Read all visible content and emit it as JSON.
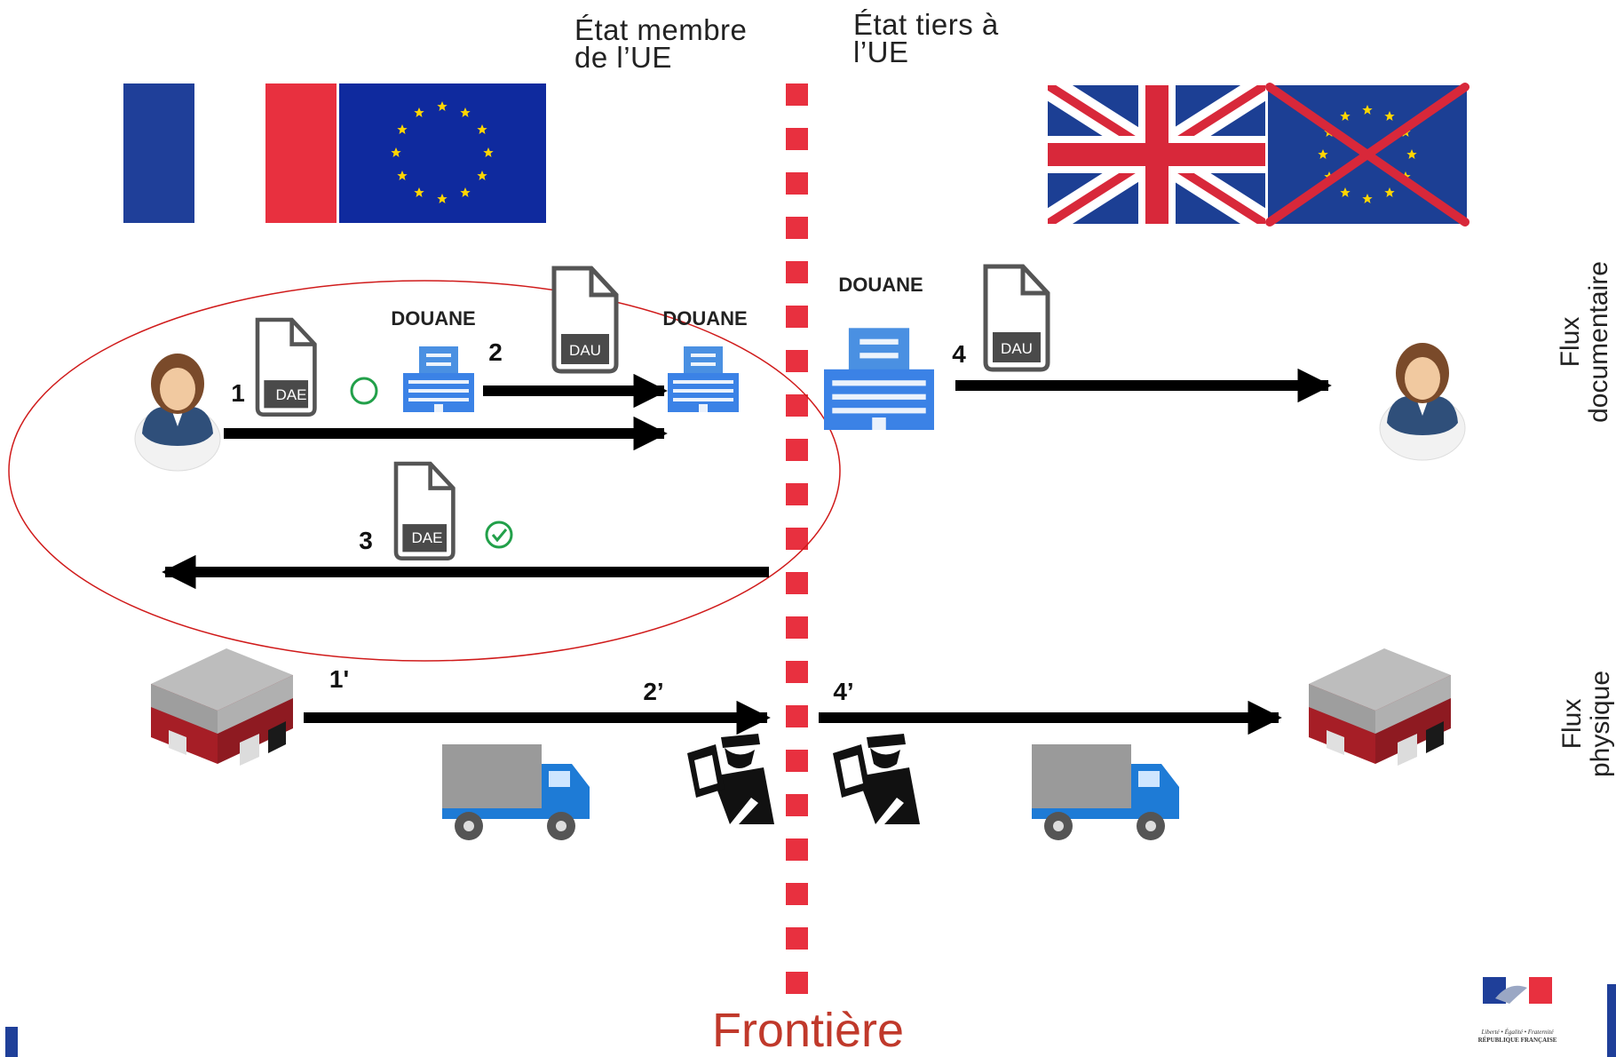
{
  "headings": {
    "left_line1": "État membre",
    "left_line2": "de l’UE",
    "right_line1": "État tiers à",
    "right_line2": "l’UE"
  },
  "side_labels": {
    "doc_line1": "Flux",
    "doc_line2": "documentaire",
    "phys_line1": "Flux",
    "phys_line2": "physique"
  },
  "offices": {
    "douane_1": "DOUANE",
    "douane_2": "DOUANE",
    "douane_3": "DOUANE"
  },
  "documents": {
    "dae_1": "DAE",
    "dau_1": "DAU",
    "dae_2": "DAE",
    "dau_2": "DAU"
  },
  "steps": {
    "s1": "1",
    "s2": "2",
    "s3": "3",
    "s4": "4",
    "s1p": "1'",
    "s2p": "2’",
    "s4p": "4’"
  },
  "border_label": "Frontière",
  "logo": {
    "motto": "Liberté • Égalité • Fraternité",
    "name": "RÉPUBLIQUE FRANÇAISE"
  },
  "colors": {
    "france_blue": "#1f3f99",
    "france_red": "#e8303f",
    "eu_blue": "#0f2a9e",
    "eu_star": "#ffd700",
    "uk_blue": "#1c3f94",
    "uk_red": "#d8283a",
    "border_red": "#e8303f",
    "ellipse": "#d01b1b",
    "building_blue": "#3b82e6",
    "check_green": "#22a04a",
    "frontiere_text": "#c0392b"
  }
}
